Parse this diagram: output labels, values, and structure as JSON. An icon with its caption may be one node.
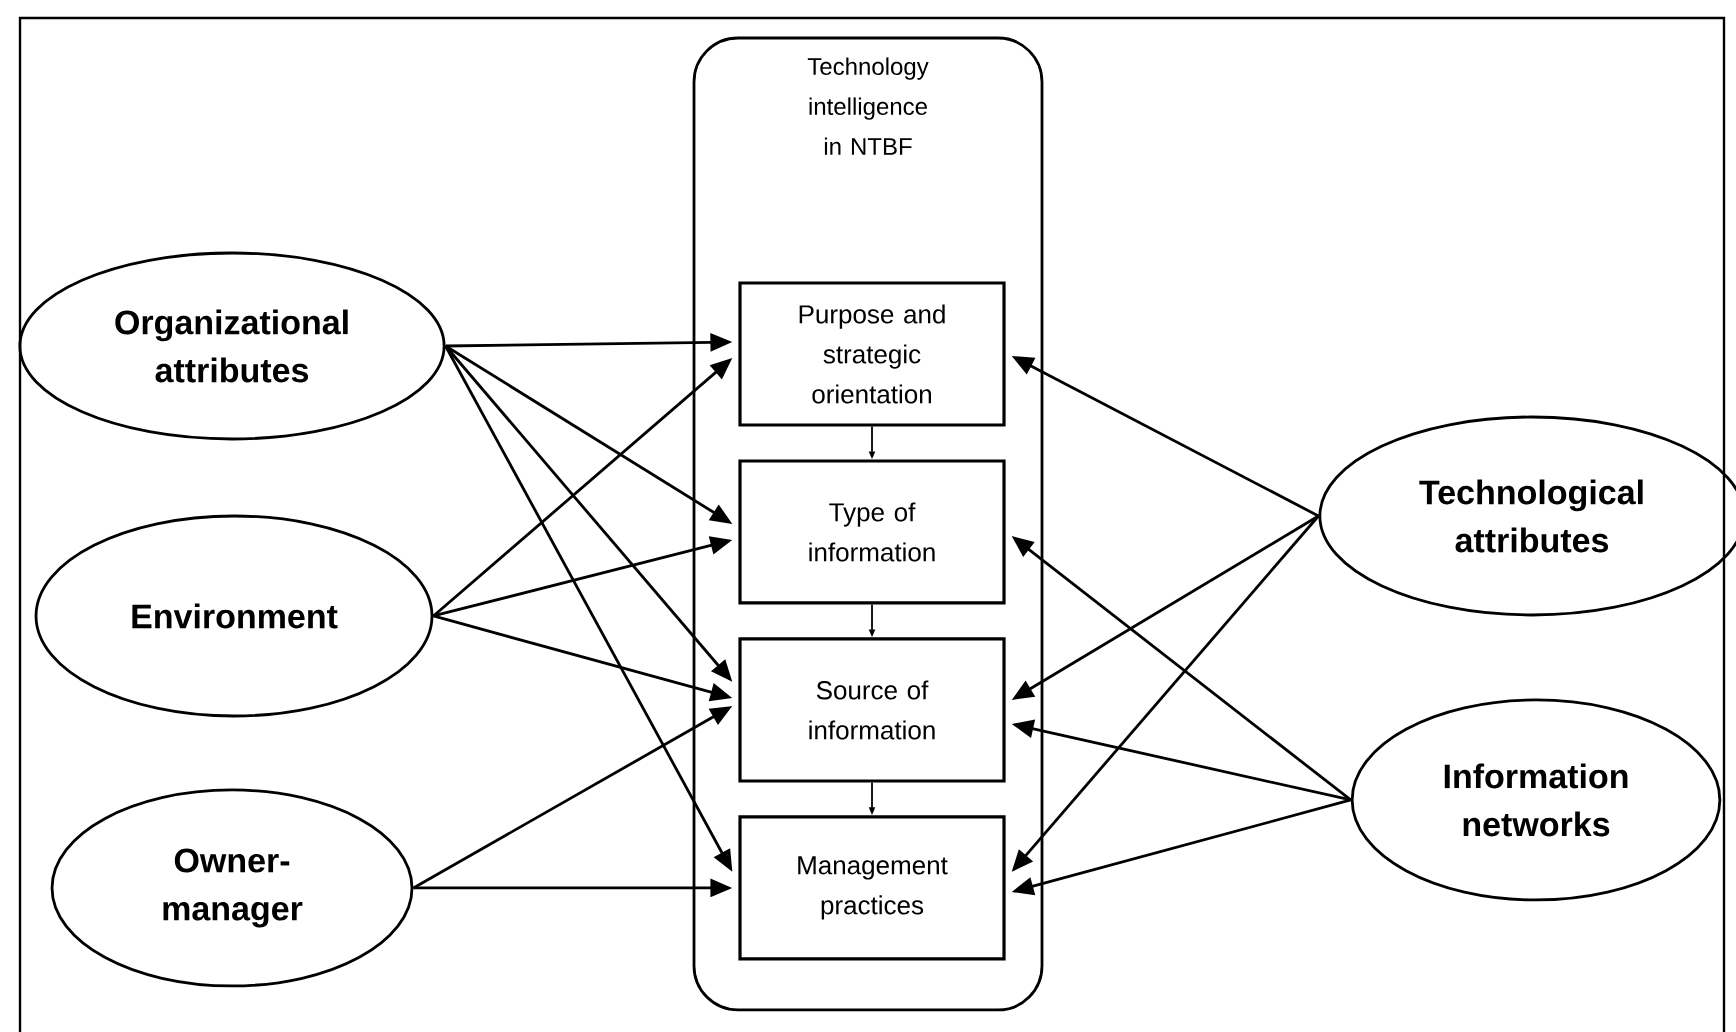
{
  "diagram": {
    "nodes": [
      {
        "text": [
          "Technology intelligence in NTBF"
        ]
      },
      {
        "text": [
          "Purpose and strategic orientation"
        ],
        "in": 0
      },
      {
        "text": [
          "Type of information"
        ],
        "in": 0
      },
      {
        "text": [
          "Source of information"
        ],
        "in": 0
      },
      {
        "text": [
          "Management practices"
        ],
        "in": 0
      },
      {
        "text": [
          "Organizational attributes"
        ]
      },
      {
        "text": [
          "Environment"
        ]
      },
      {
        "text": [
          "Owner-manager"
        ]
      },
      {
        "text": [
          "Technological attributes"
        ]
      },
      {
        "text": [
          "Information networks"
        ]
      }
    ],
    "edges": [
      {
        "from": 5,
        "to": 1,
        "arrow": "to"
      },
      {
        "from": 5,
        "to": 2,
        "arrow": "to"
      },
      {
        "from": 5,
        "to": 3,
        "arrow": "to"
      },
      {
        "from": 5,
        "to": 4,
        "arrow": "to"
      },
      {
        "from": 6,
        "to": 1,
        "arrow": "to"
      },
      {
        "from": 6,
        "to": 2,
        "arrow": "to"
      },
      {
        "from": 6,
        "to": 3,
        "arrow": "to"
      },
      {
        "from": 7,
        "to": 3,
        "arrow": "to"
      },
      {
        "from": 7,
        "to": 4,
        "arrow": "to"
      },
      {
        "from": 8,
        "to": 1,
        "arrow": "to"
      },
      {
        "from": 8,
        "to": 3,
        "arrow": "to"
      },
      {
        "from": 8,
        "to": 4,
        "arrow": "to"
      },
      {
        "from": 9,
        "to": 2,
        "arrow": "to"
      },
      {
        "from": 9,
        "to": 3,
        "arrow": "to"
      },
      {
        "from": 9,
        "to": 4,
        "arrow": "to"
      },
      {
        "from": 1,
        "to": 2,
        "arrow": "to"
      },
      {
        "from": 2,
        "to": 3,
        "arrow": "to"
      },
      {
        "from": 3,
        "to": 4,
        "arrow": "to"
      }
    ]
  }
}
